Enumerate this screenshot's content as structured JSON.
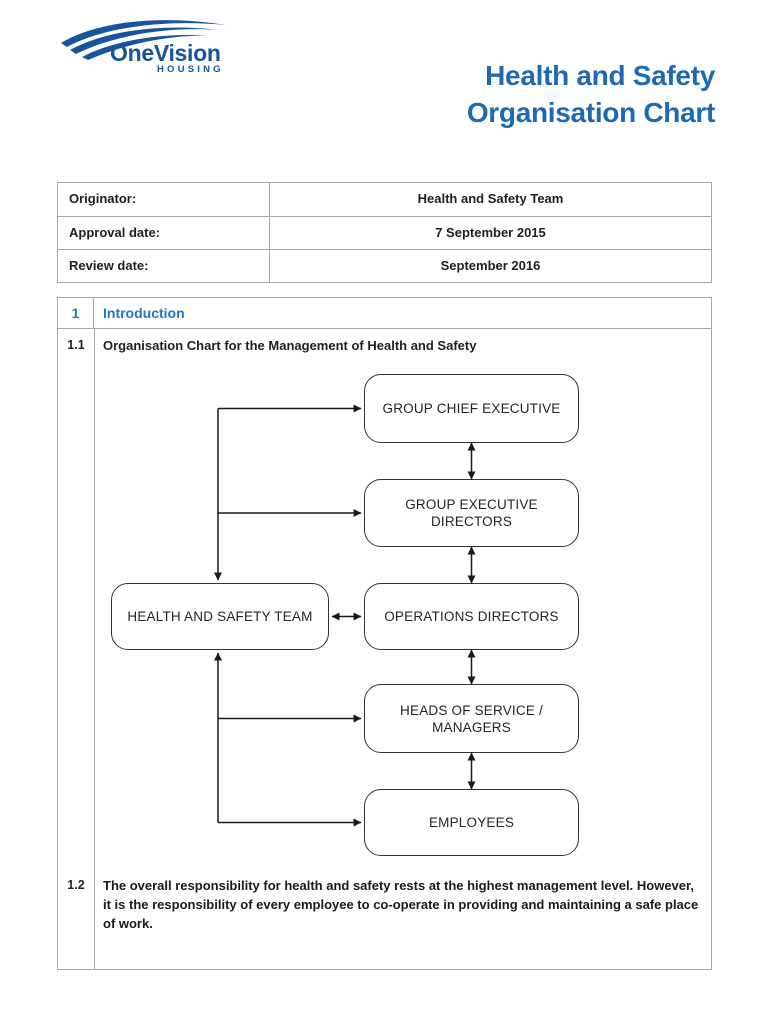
{
  "header": {
    "logo_text": "OneVision",
    "logo_subtext": "HOUSING",
    "title_line1": "Health and Safety",
    "title_line2": "Organisation Chart"
  },
  "info_table": {
    "rows": [
      {
        "label": "Originator:",
        "value": "Health and Safety Team"
      },
      {
        "label": "Approval date:",
        "value": "7 September 2015"
      },
      {
        "label": "Review date:",
        "value": "September 2016"
      }
    ]
  },
  "section": {
    "number": "1",
    "heading": "Introduction",
    "items": [
      {
        "number": "1.1",
        "text": "Organisation Chart for the Management of Health and Safety"
      },
      {
        "number": "1.2",
        "text": "The overall responsibility for health and safety rests at the highest management level. However, it is the responsibility of every employee to co-operate in providing and maintaining a safe place of work."
      }
    ]
  },
  "org_chart": {
    "type": "org-chart",
    "nodes": [
      {
        "id": "group-chief-executive",
        "label": "GROUP CHIEF EXECUTIVE"
      },
      {
        "id": "group-executive-directors",
        "label": "GROUP EXECUTIVE DIRECTORS"
      },
      {
        "id": "operations-directors",
        "label": "OPERATIONS DIRECTORS"
      },
      {
        "id": "health-and-safety-team",
        "label": "HEALTH AND SAFETY TEAM"
      },
      {
        "id": "heads-of-service-managers",
        "label": "HEADS OF SERVICE / MANAGERS"
      },
      {
        "id": "employees",
        "label": "EMPLOYEES"
      }
    ],
    "edges": [
      {
        "from": "group-chief-executive",
        "to": "group-executive-directors",
        "style": "double-headed-vertical"
      },
      {
        "from": "group-executive-directors",
        "to": "operations-directors",
        "style": "double-headed-vertical"
      },
      {
        "from": "operations-directors",
        "to": "heads-of-service-managers",
        "style": "double-headed-vertical"
      },
      {
        "from": "heads-of-service-managers",
        "to": "employees",
        "style": "double-headed-vertical"
      },
      {
        "from": "health-and-safety-team",
        "to": "operations-directors",
        "style": "double-headed-horizontal"
      },
      {
        "from": "health-and-safety-team",
        "to": "group-chief-executive",
        "style": "elbow-arrow"
      },
      {
        "from": "health-and-safety-team",
        "to": "group-executive-directors",
        "style": "elbow-arrow"
      },
      {
        "from": "heads-of-service-managers",
        "to": "health-and-safety-team",
        "style": "elbow-arrow"
      },
      {
        "from": "employees",
        "to": "health-and-safety-team",
        "style": "elbow-arrow"
      }
    ]
  },
  "colors": {
    "logo_blue": "#17549b",
    "title_blue": "#1d6ab2",
    "heading_blue": "#1f78c4",
    "table_border": "#a6a6a6",
    "box_border": "#333333",
    "arrow": "#1a1a1a"
  }
}
